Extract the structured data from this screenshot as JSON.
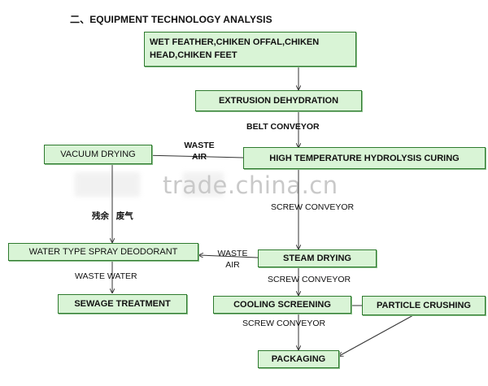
{
  "title": "二、EQUIPMENT TECHNOLOGY ANALYSIS",
  "watermark": "trade.china.cn",
  "boxes": {
    "raw_materials": "WET FEATHER,CHIKEN OFFAL,CHIKEN HEAD,CHIKEN FEET",
    "extrusion": "EXTRUSION DEHYDRATION",
    "vacuum_drying": "VACUUM DRYING",
    "hydrolysis": "HIGH TEMPERATURE HYDROLYSIS CURING",
    "spray_deodorant": "WATER TYPE SPRAY DEODORANT",
    "steam_drying": "STEAM DRYING",
    "sewage": "SEWAGE TREATMENT",
    "cooling": "COOLING SCREENING",
    "crushing": "PARTICLE CRUSHING",
    "packaging": "PACKAGING"
  },
  "labels": {
    "belt_conveyor": "BELT CONVEYOR",
    "waste_air_top": "WASTE\nAIR",
    "screw_conveyor_1": "SCREW CONVEYOR",
    "residue_waste_gas": "残余   废气",
    "waste_air_mid": "WASTE\nAIR",
    "waste_water": "WASTE WATER",
    "screw_conveyor_2": "SCREW CONVEYOR",
    "screw_conveyor_3": "SCREW CONVEYOR"
  }
}
